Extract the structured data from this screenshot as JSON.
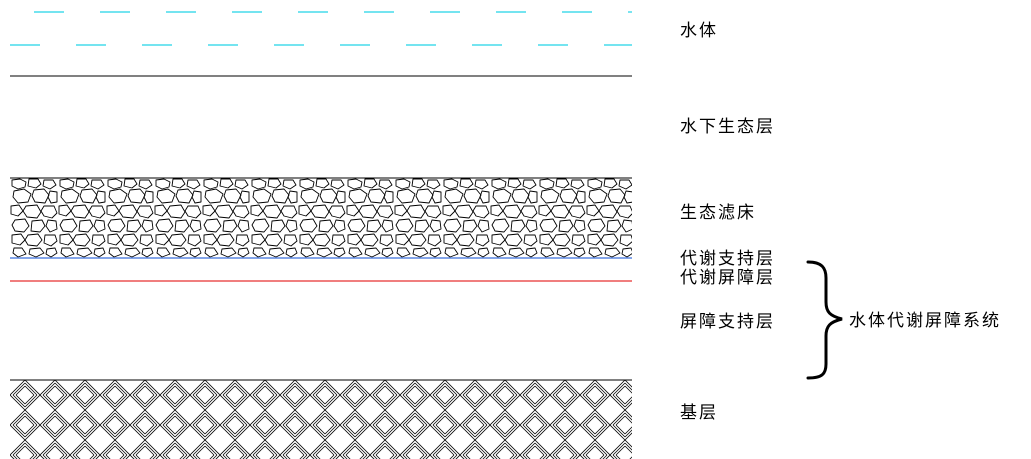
{
  "layers": [
    {
      "key": "water",
      "label": "水体",
      "pattern": "dashed-water"
    },
    {
      "key": "underwater_eco",
      "label": "水下生态层",
      "pattern": "none"
    },
    {
      "key": "eco_filter",
      "label": "生态滤床",
      "pattern": "gravel"
    },
    {
      "key": "metabolic_support",
      "label": "代谢支持层",
      "pattern": "line"
    },
    {
      "key": "metabolic_barrier",
      "label": "代谢屏障层",
      "pattern": "line"
    },
    {
      "key": "barrier_support",
      "label": "屏障支持层",
      "pattern": "none"
    },
    {
      "key": "base",
      "label": "基层",
      "pattern": "crosshatch"
    }
  ],
  "system": {
    "label": "水体代谢屏障系统"
  },
  "colors": {
    "water_dash": "#22d3e6",
    "outline": "#000000",
    "support_line": "#3a6fdc",
    "barrier_line": "#e83030"
  }
}
